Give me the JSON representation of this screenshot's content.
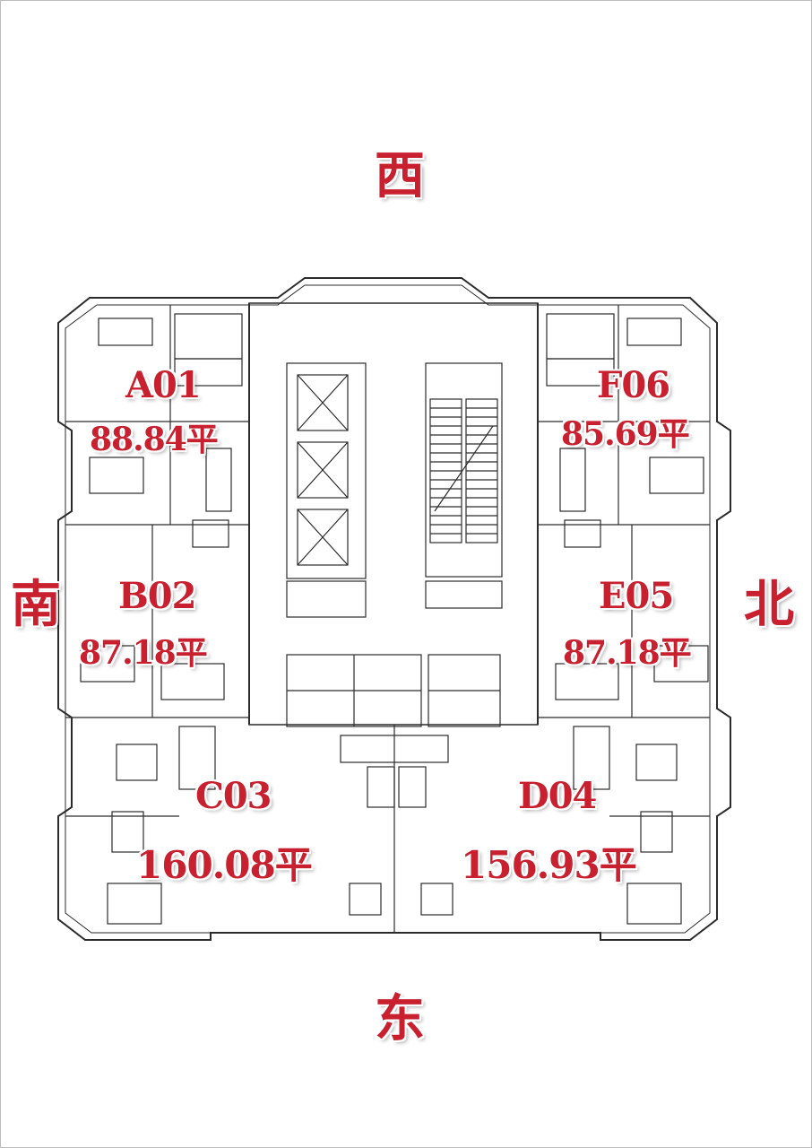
{
  "directions": {
    "west": "西",
    "east": "东",
    "south": "南",
    "north": "北"
  },
  "units": [
    {
      "id": "A01",
      "area": "88.84平"
    },
    {
      "id": "B02",
      "area": "87.18平"
    },
    {
      "id": "C03",
      "area": "160.08平"
    },
    {
      "id": "D04",
      "area": "156.93平"
    },
    {
      "id": "E05",
      "area": "87.18平"
    },
    {
      "id": "F06",
      "area": "85.69平"
    }
  ],
  "colors": {
    "label": "#c8202f",
    "linework": "#2b2b2b"
  }
}
